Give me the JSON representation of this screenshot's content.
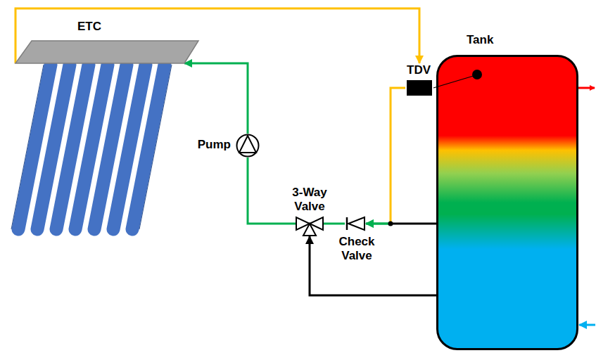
{
  "diagram": {
    "nodes": [
      {
        "text": [
          "ETC"
        ]
      },
      {
        "text": [
          "Tank"
        ]
      },
      {
        "text": [
          "TDV"
        ]
      },
      {
        "text": [
          "Pump"
        ]
      },
      {
        "text": [
          "3-Way Valve"
        ]
      },
      {
        "text": [
          "Check Valve"
        ]
      }
    ],
    "edges": [
      {
        "from": 0,
        "to": 2,
        "arrow": "to"
      },
      {
        "from": 3,
        "to": 0,
        "arrow": "to"
      },
      {
        "from": 4,
        "to": 3,
        "arrow": "none"
      },
      {
        "from": 5,
        "to": 4,
        "arrow": "none"
      },
      {
        "from": 1,
        "to": 5,
        "arrow": "to"
      },
      {
        "from": 2,
        "to": 5,
        "arrow": "to"
      },
      {
        "from": 1,
        "to": 4,
        "arrow": "to"
      }
    ]
  }
}
